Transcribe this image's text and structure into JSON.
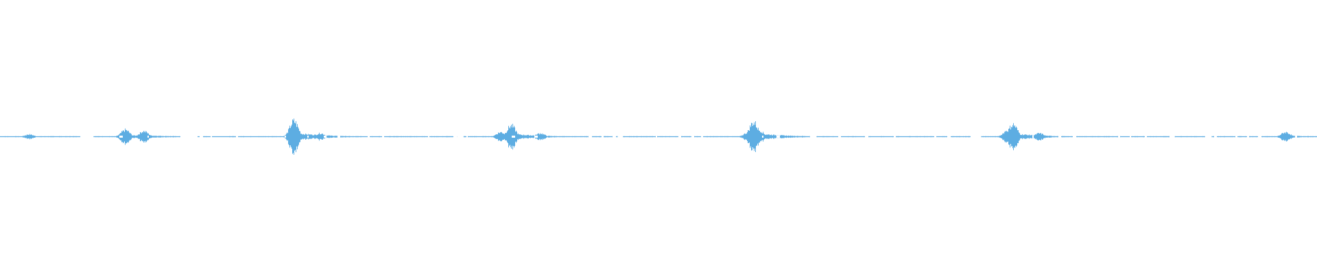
{
  "waveform": {
    "color": "#5dade2",
    "background": "#ffffff",
    "duration_fraction_bursts": [
      {
        "at": 0.022,
        "amplitude": 0.02
      },
      {
        "at": 0.095,
        "amplitude": 0.06
      },
      {
        "at": 0.109,
        "amplitude": 0.05
      },
      {
        "at": 0.223,
        "amplitude": 0.14
      },
      {
        "at": 0.243,
        "amplitude": 0.03
      },
      {
        "at": 0.38,
        "amplitude": 0.04
      },
      {
        "at": 0.388,
        "amplitude": 0.1
      },
      {
        "at": 0.41,
        "amplitude": 0.03
      },
      {
        "at": 0.568,
        "amplitude": 0.04
      },
      {
        "at": 0.572,
        "amplitude": 0.13
      },
      {
        "at": 0.576,
        "amplitude": 0.06
      },
      {
        "at": 0.765,
        "amplitude": 0.06
      },
      {
        "at": 0.769,
        "amplitude": 0.11
      },
      {
        "at": 0.789,
        "amplitude": 0.03
      },
      {
        "at": 0.976,
        "amplitude": 0.04
      }
    ],
    "silent_gaps": [
      [
        0.061,
        0.071
      ],
      [
        0.137,
        0.15
      ],
      [
        0.347,
        0.352
      ],
      [
        0.469,
        0.473
      ],
      [
        0.615,
        0.62
      ],
      [
        0.737,
        0.745
      ],
      [
        0.888,
        0.892
      ],
      [
        0.915,
        0.92
      ]
    ]
  }
}
